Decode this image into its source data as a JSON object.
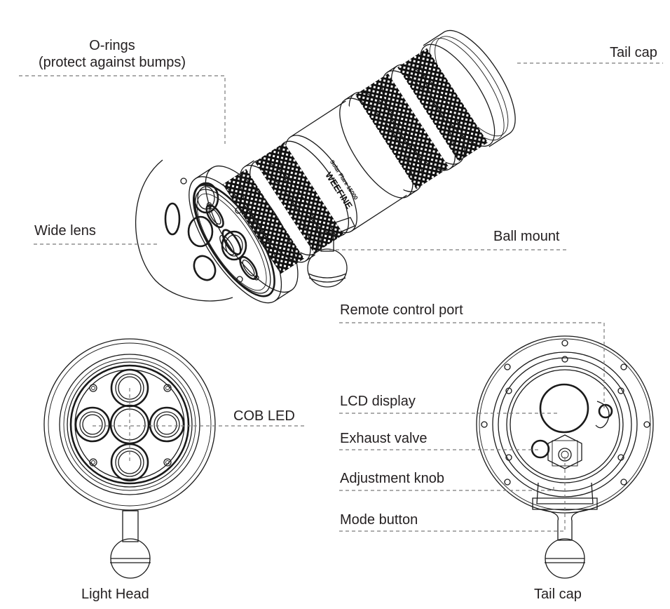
{
  "labels": {
    "o_rings_line1": "O-rings",
    "o_rings_line2": "(protect against bumps)",
    "tail_cap_top": "Tail cap",
    "wide_lens": "Wide lens",
    "ball_mount": "Ball mount",
    "remote_control_port": "Remote control port",
    "lcd_display": "LCD display",
    "exhaust_valve": "Exhaust valve",
    "adjustment_knob": "Adjustment knob",
    "mode_button": "Mode button",
    "cob_led": "COB LED",
    "light_head_caption": "Light Head",
    "tail_cap_caption": "Tail cap"
  },
  "product_print": {
    "brand": "WEEFINE",
    "model": "Solar Flare 15000"
  },
  "colors": {
    "text": "#231f20",
    "line": "#1a1a1a",
    "leader": "#7a7a7a",
    "background": "#ffffff"
  }
}
